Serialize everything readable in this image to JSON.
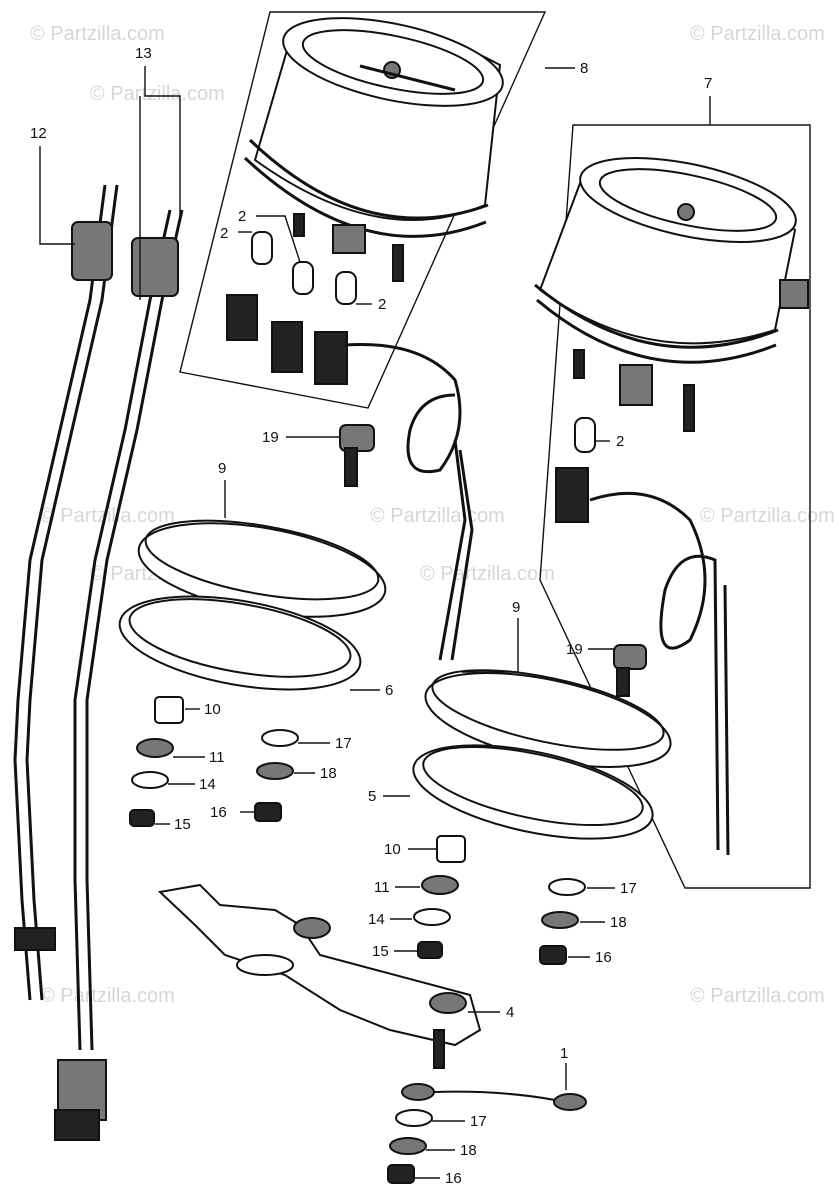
{
  "watermarks": [
    "© Partzilla.com",
    "© Partzilla.com",
    "© Partzilla.com",
    "© Partzilla.com",
    "© Partzilla.com",
    "© Partzilla.com",
    "© Partzilla.com",
    "© Partzilla.com",
    "© Partzilla.com",
    "© Partzilla.com"
  ],
  "callouts": {
    "c1": "1",
    "c2a": "2",
    "c2b": "2",
    "c2c": "2",
    "c2d": "2",
    "c4": "4",
    "c5": "5",
    "c6": "6",
    "c7": "7",
    "c8": "8",
    "c9a": "9",
    "c9b": "9",
    "c10a": "10",
    "c10b": "10",
    "c11a": "11",
    "c11b": "11",
    "c12": "12",
    "c13": "13",
    "c14a": "14",
    "c14b": "14",
    "c15a": "15",
    "c15b": "15",
    "c16a": "16",
    "c16b": "16",
    "c16c": "16",
    "c17a": "17",
    "c17b": "17",
    "c17c": "17",
    "c18a": "18",
    "c18b": "18",
    "c18c": "18",
    "c19a": "19",
    "c19b": "19"
  }
}
